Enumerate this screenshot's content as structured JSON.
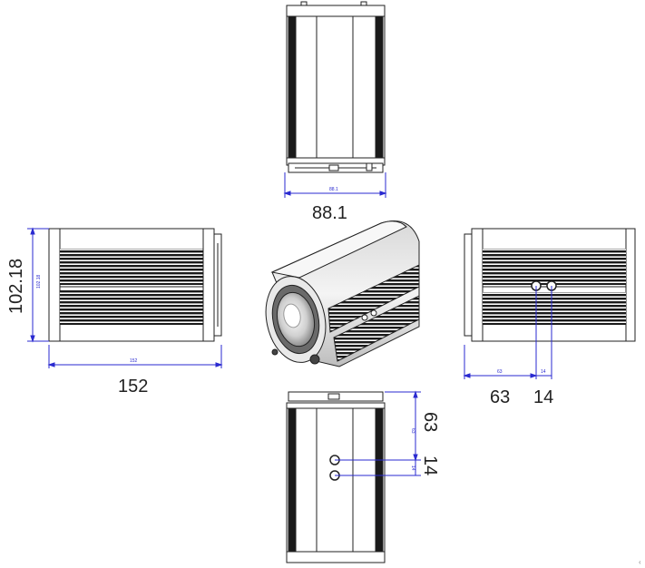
{
  "dimensions": {
    "top_width": "88.1",
    "side_height": "102.18",
    "side_length": "152",
    "right_offset": "63",
    "right_spacing": "14",
    "bottom_offset": "63",
    "bottom_spacing": "14"
  },
  "dimension_color": "#2a2ad0",
  "line_color": "#222222"
}
